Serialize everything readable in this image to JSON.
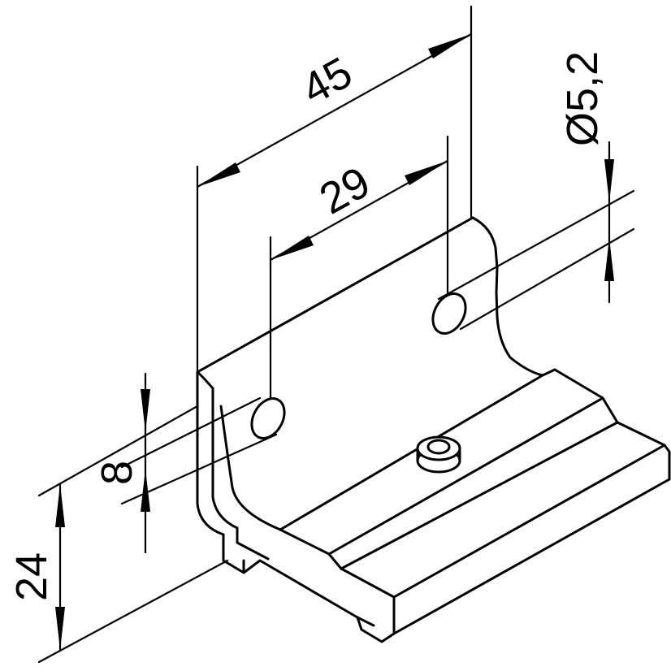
{
  "drawing": {
    "dimensions": {
      "width_outer": "45",
      "hole_spacing": "29",
      "hole_diameter": "Ø5,2",
      "hole_height": "8",
      "overall_height": "24"
    }
  }
}
